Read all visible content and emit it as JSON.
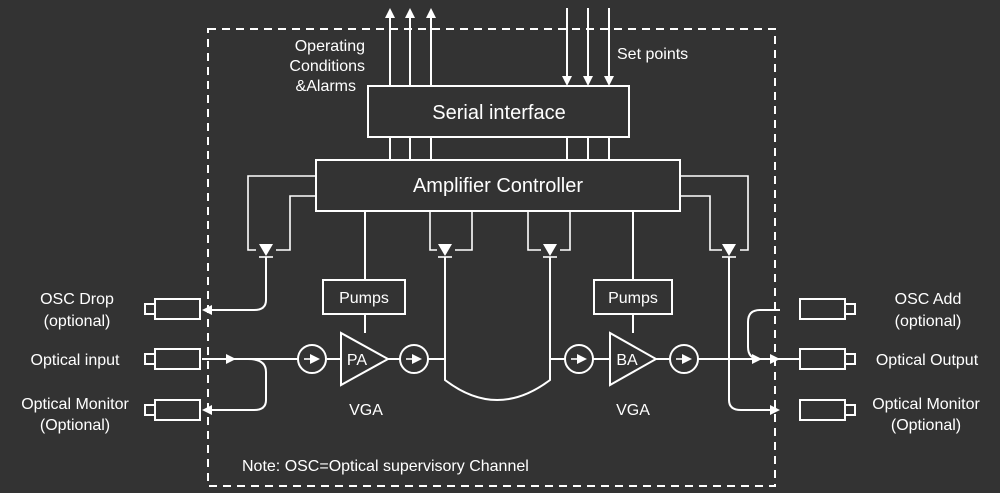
{
  "labels": {
    "operating_conditions": [
      "Operating",
      "Conditions",
      "&Alarms"
    ],
    "set_points": "Set points",
    "serial_interface": "Serial interface",
    "amplifier_controller": "Amplifier Controller",
    "pumps_left": "Pumps",
    "pumps_right": "Pumps",
    "pa": "PA",
    "ba": "BA",
    "vga_left": "VGA",
    "vga_right": "VGA",
    "osc_drop": [
      "OSC Drop",
      "(optional)"
    ],
    "optical_input": "Optical input",
    "optical_monitor_left": [
      "Optical Monitor",
      "(Optional)"
    ],
    "osc_add": [
      "OSC Add",
      "(optional)"
    ],
    "optical_output": "Optical Output",
    "optical_monitor_right": [
      "Optical Monitor",
      "(Optional)"
    ],
    "note": "Note: OSC=Optical supervisory Channel"
  },
  "colors": {
    "background": "#333333",
    "foreground": "#ffffff"
  }
}
